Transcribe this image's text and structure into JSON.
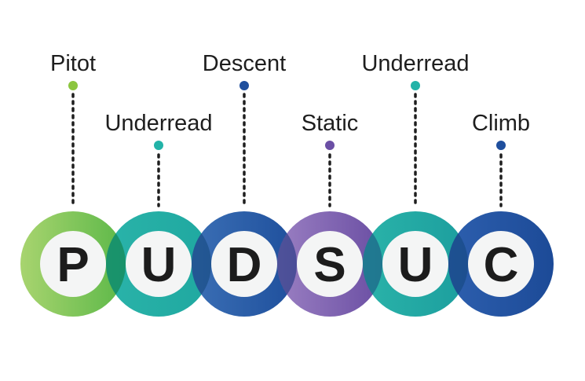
{
  "mnemonic": [
    {
      "letter": "P",
      "label": "Pitot",
      "color_start": "#a8d46f",
      "color_end": "#5cb848",
      "dot": "#8cc63f"
    },
    {
      "letter": "U",
      "label": "Underread",
      "color_start": "#2ab3a9",
      "color_end": "#1fa8a0",
      "dot": "#22b3a8"
    },
    {
      "letter": "D",
      "label": "Descent",
      "color_start": "#3b6fb5",
      "color_end": "#1e4f9c",
      "dot": "#1f4f9d"
    },
    {
      "letter": "S",
      "label": "Static",
      "color_start": "#9a7fc2",
      "color_end": "#6a4ea3",
      "dot": "#6b4fa5"
    },
    {
      "letter": "U",
      "label": "Underread",
      "color_start": "#2ab3a9",
      "color_end": "#1c9e9e",
      "dot": "#22b3a8"
    },
    {
      "letter": "C",
      "label": "Climb",
      "color_start": "#2d5fae",
      "color_end": "#1c4a97",
      "dot": "#1f4f9d"
    }
  ]
}
